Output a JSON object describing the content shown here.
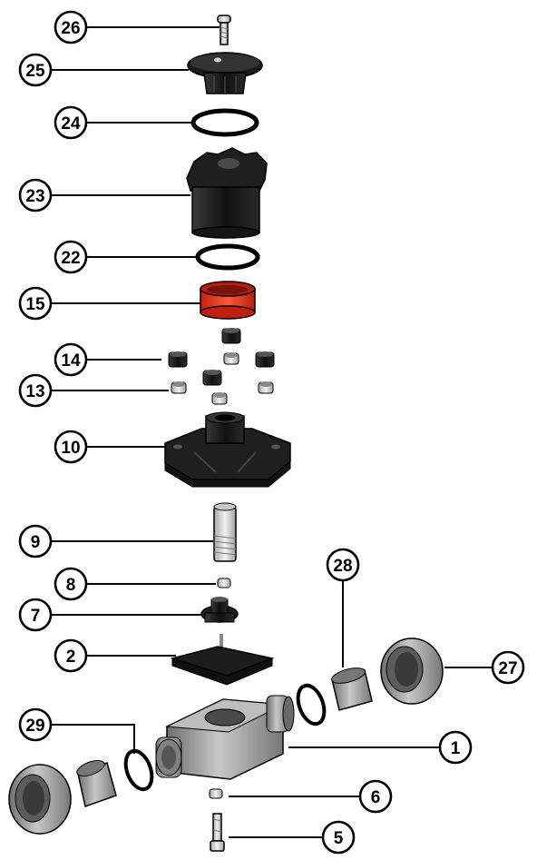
{
  "figure": {
    "type": "exploded-parts-diagram",
    "colors": {
      "part_dark": "#1f1f1f",
      "part_grey": "#8c8c8c",
      "part_light": "#dcdcdc",
      "part_red": "#e0371f",
      "outline": "#000000"
    },
    "callouts": [
      {
        "id": "c26",
        "label": "26"
      },
      {
        "id": "c25",
        "label": "25"
      },
      {
        "id": "c24",
        "label": "24"
      },
      {
        "id": "c23",
        "label": "23"
      },
      {
        "id": "c22",
        "label": "22"
      },
      {
        "id": "c15",
        "label": "15"
      },
      {
        "id": "c14",
        "label": "14"
      },
      {
        "id": "c13",
        "label": "13"
      },
      {
        "id": "c10",
        "label": "10"
      },
      {
        "id": "c9",
        "label": "9"
      },
      {
        "id": "c8",
        "label": "8"
      },
      {
        "id": "c7",
        "label": "7"
      },
      {
        "id": "c2",
        "label": "2"
      },
      {
        "id": "c28",
        "label": "28"
      },
      {
        "id": "c27",
        "label": "27"
      },
      {
        "id": "c29",
        "label": "29"
      },
      {
        "id": "c1",
        "label": "1"
      },
      {
        "id": "c6",
        "label": "6"
      },
      {
        "id": "c5",
        "label": "5"
      }
    ]
  }
}
